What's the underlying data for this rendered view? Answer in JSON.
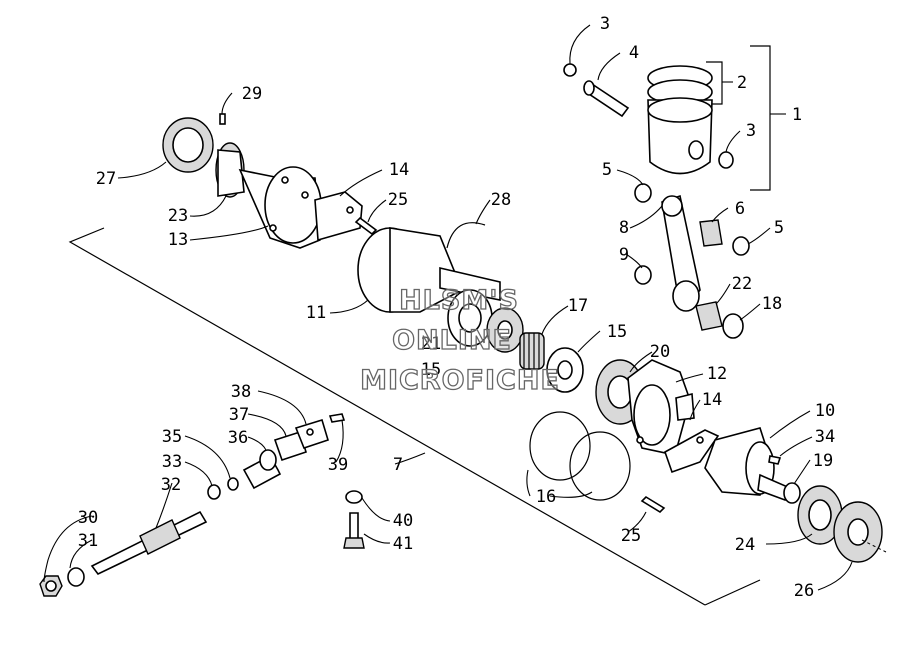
{
  "callouts": {
    "c1": "1",
    "c2": "2",
    "c3a": "3",
    "c3b": "3",
    "c4": "4",
    "c5a": "5",
    "c5b": "5",
    "c6": "6",
    "c7": "7",
    "c8": "8",
    "c9": "9",
    "c10": "10",
    "c11": "11",
    "c12": "12",
    "c13": "13",
    "c14a": "14",
    "c14b": "14",
    "c15a": "15",
    "c15b": "15",
    "c16": "16",
    "c17": "17",
    "c18": "18",
    "c19": "19",
    "c20": "20",
    "c21": "21",
    "c22": "22",
    "c23": "23",
    "c24": "24",
    "c25a": "25",
    "c25b": "25",
    "c26": "26",
    "c27": "27",
    "c28": "28",
    "c29": "29",
    "c30": "30",
    "c31": "31",
    "c32": "32",
    "c33": "33",
    "c34": "34",
    "c35": "35",
    "c36": "36",
    "c37": "37",
    "c38": "38",
    "c39": "39",
    "c40": "40",
    "c41": "41"
  },
  "watermark": {
    "line1": "HLSM'S",
    "line2": "ONLINE",
    "line3": "MICROFICHE"
  }
}
